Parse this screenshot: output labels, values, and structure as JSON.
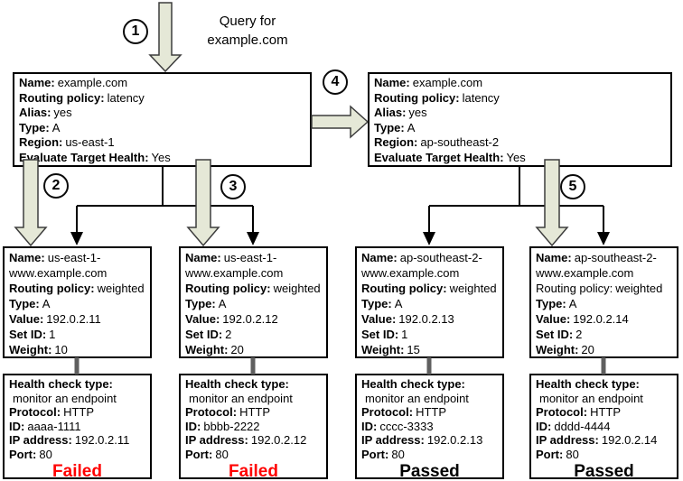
{
  "query": {
    "lines": [
      "Query for",
      "example.com"
    ]
  },
  "steps": [
    "1",
    "2",
    "3",
    "4",
    "5"
  ],
  "latency_records": [
    {
      "fields": [
        [
          "Name:",
          "example.com"
        ],
        [
          "Routing policy:",
          "latency"
        ],
        [
          "Alias:",
          "yes"
        ],
        [
          "Type:",
          "A"
        ],
        [
          "Region:",
          "us-east-1"
        ],
        [
          "Evaluate Target Health:",
          "Yes"
        ]
      ]
    },
    {
      "fields": [
        [
          "Name:",
          "example.com"
        ],
        [
          "Routing policy:",
          "latency"
        ],
        [
          "Alias:",
          "yes"
        ],
        [
          "Type:",
          "A"
        ],
        [
          "Region:",
          "ap-southeast-2"
        ],
        [
          "Evaluate Target Health:",
          "Yes"
        ]
      ]
    }
  ],
  "weighted_records": [
    {
      "fields": [
        [
          "Name:",
          "us-east-1-www.example.com"
        ],
        [
          "Routing policy:",
          "weighted"
        ],
        [
          "Type:",
          "A"
        ],
        [
          "Value:",
          "192.0.2.11"
        ],
        [
          "Set ID:",
          "1"
        ],
        [
          "Weight:",
          "10"
        ]
      ]
    },
    {
      "fields": [
        [
          "Name:",
          "us-east-1-www.example.com"
        ],
        [
          "Routing policy:",
          "weighted"
        ],
        [
          "Type:",
          "A"
        ],
        [
          "Value:",
          "192.0.2.12"
        ],
        [
          "Set ID:",
          "2"
        ],
        [
          "Weight:",
          "20"
        ]
      ]
    },
    {
      "fields": [
        [
          "Name:",
          "ap-southeast-2-www.example.com"
        ],
        [
          "Routing policy:",
          "weighted"
        ],
        [
          "Type:",
          "A"
        ],
        [
          "Value:",
          "192.0.2.13"
        ],
        [
          "Set ID:",
          "1"
        ],
        [
          "Weight:",
          "15"
        ]
      ]
    },
    {
      "fields": [
        [
          "Name:",
          "ap-southeast-2-www.example.com"
        ],
        [
          "Routing policy:",
          "weighted"
        ],
        [
          "Type:",
          "A"
        ],
        [
          "Value:",
          "192.0.2.14"
        ],
        [
          "Set ID:",
          "2"
        ],
        [
          "Weight:",
          "20"
        ]
      ]
    }
  ],
  "health_checks": [
    {
      "fields": [
        [
          "Health check type:",
          ""
        ],
        [
          "",
          "monitor an endpoint"
        ],
        [
          "Protocol:",
          "HTTP"
        ],
        [
          "ID:",
          "aaaa-1111"
        ],
        [
          "IP address:",
          "192.0.2.11"
        ],
        [
          "Port:",
          "80"
        ]
      ],
      "status": "Failed"
    },
    {
      "fields": [
        [
          "Health check type:",
          ""
        ],
        [
          "",
          "monitor an endpoint"
        ],
        [
          "Protocol:",
          "HTTP"
        ],
        [
          "ID:",
          "bbbb-2222"
        ],
        [
          "IP address:",
          "192.0.2.12"
        ],
        [
          "Port:",
          "80"
        ]
      ],
      "status": "Failed"
    },
    {
      "fields": [
        [
          "Health check type:",
          ""
        ],
        [
          "",
          "monitor an endpoint"
        ],
        [
          "Protocol:",
          "HTTP"
        ],
        [
          "ID:",
          "cccc-3333"
        ],
        [
          "IP address:",
          "192.0.2.13"
        ],
        [
          "Port:",
          "80"
        ]
      ],
      "status": "Passed"
    },
    {
      "fields": [
        [
          "Health check type:",
          ""
        ],
        [
          "",
          "monitor an endpoint"
        ],
        [
          "Protocol:",
          "HTTP"
        ],
        [
          "ID:",
          "dddd-4444"
        ],
        [
          "IP address:",
          "192.0.2.14"
        ],
        [
          "Port:",
          "80"
        ]
      ],
      "status": "Passed"
    }
  ],
  "colors": {
    "arrow_fill": "#e5e8d7",
    "arrow_outline": "#3d3d3d",
    "box_border": "#000000",
    "connector": "#000000",
    "stub_gray": "#5f5f5f",
    "failed_text": "#ff0000",
    "passed_text": "#000000"
  }
}
